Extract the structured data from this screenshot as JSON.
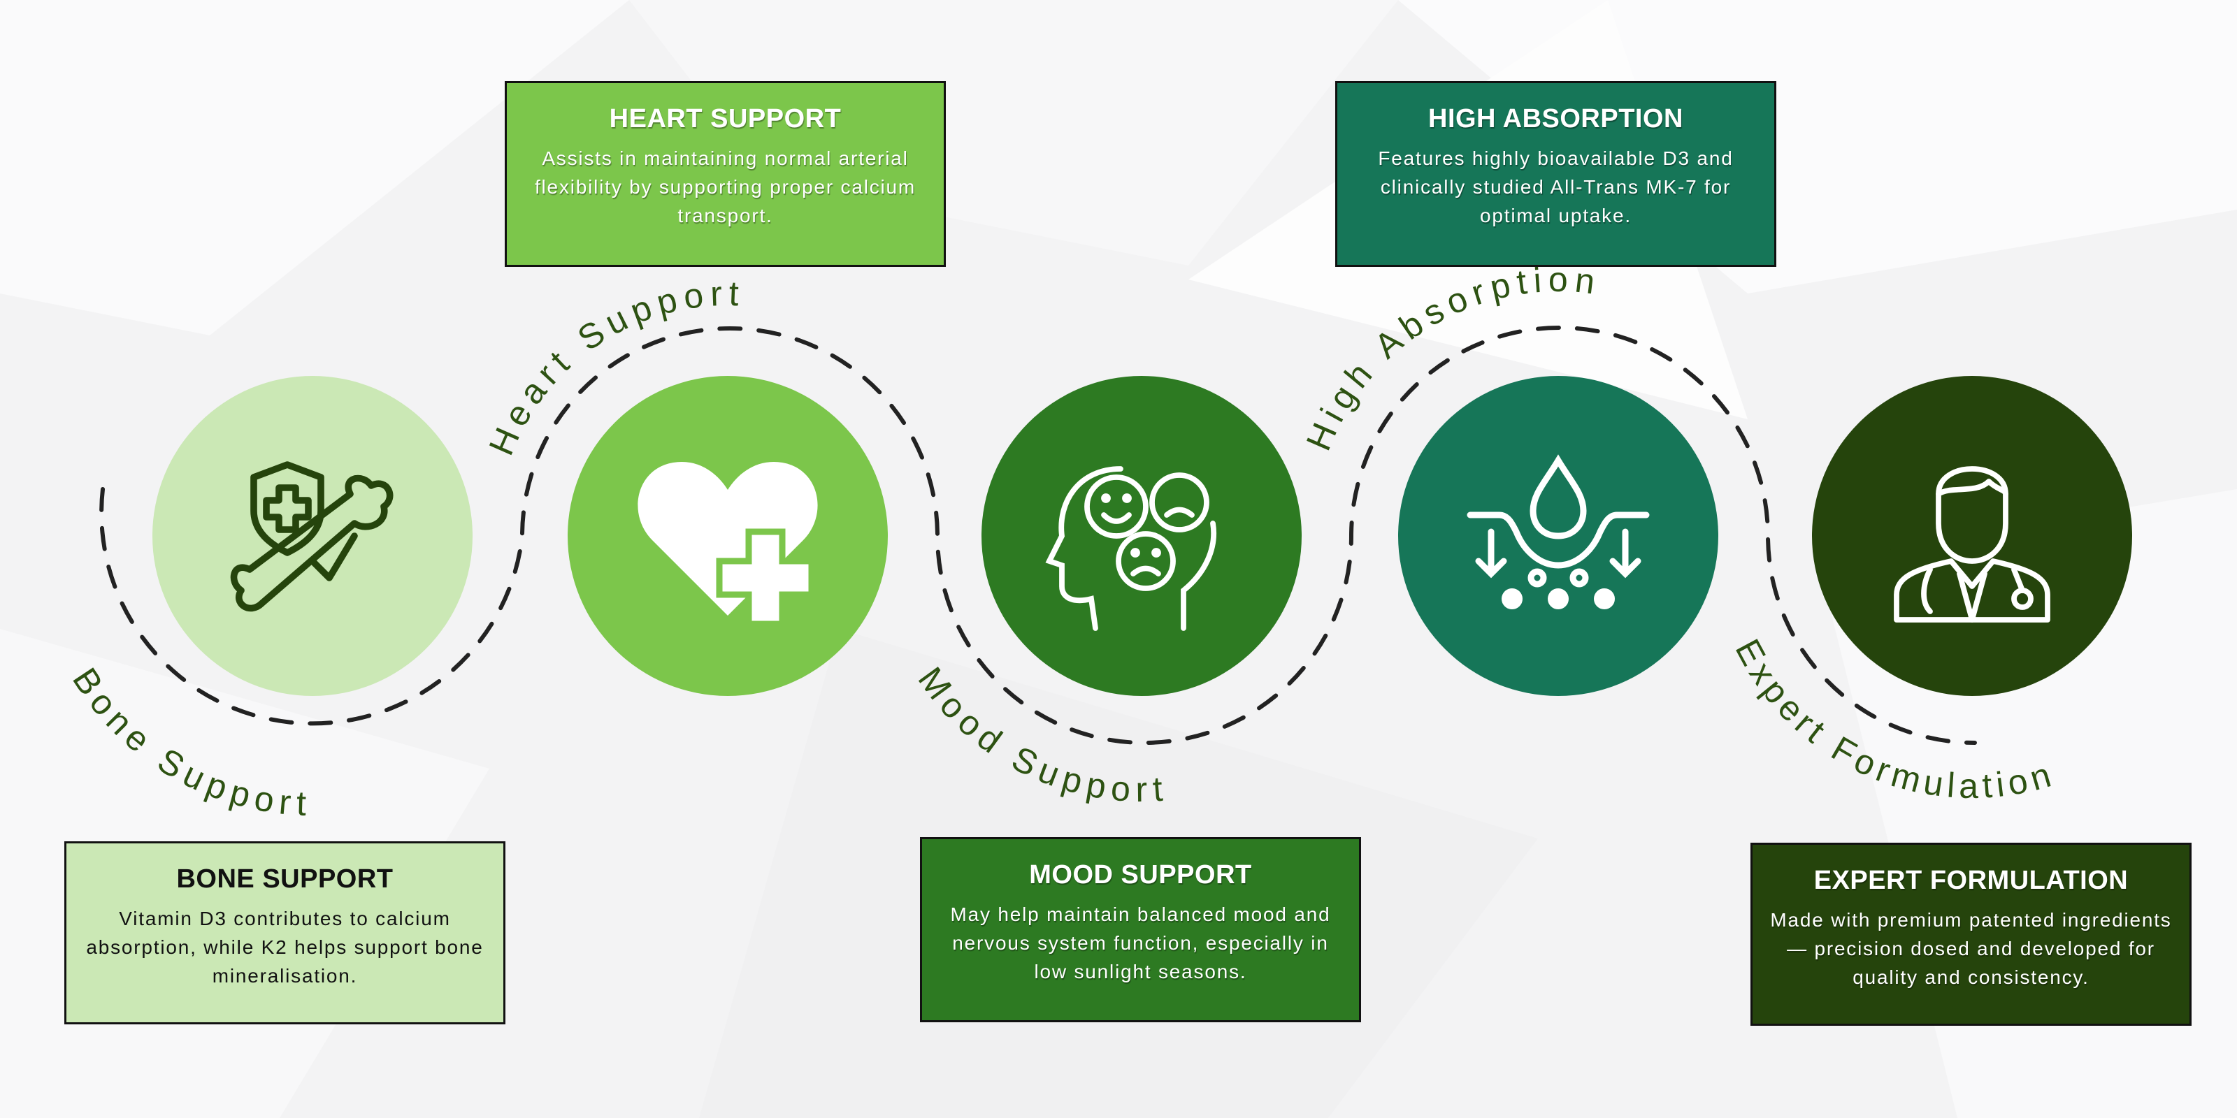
{
  "colors": {
    "bone": "#cbe8b5",
    "heart": "#7cc64b",
    "mood": "#2d7a22",
    "absorption": "#167658",
    "expert": "#25440c",
    "label_text": "#2d5212",
    "dash": "#222222"
  },
  "curved_labels": {
    "bone": "Bone Support",
    "heart": "Heart Support",
    "mood": "Mood Support",
    "absorption": "High Absorption",
    "expert": "Expert Formulation"
  },
  "boxes": {
    "bone": {
      "title": "BONE SUPPORT",
      "body": "Vitamin D3 contributes to calcium absorption, while K2 helps support bone mineralisation."
    },
    "heart": {
      "title": "HEART SUPPORT",
      "body": "Assists in maintaining normal arterial flexibility by supporting proper calcium transport."
    },
    "mood": {
      "title": "MOOD SUPPORT",
      "body": "May help maintain balanced mood and nervous system function, especially in low sunlight seasons."
    },
    "absorption": {
      "title": "HIGH ABSORPTION",
      "body": "Features highly bioavailable D3 and clinically studied All-Trans MK-7 for optimal uptake."
    },
    "expert": {
      "title": "EXPERT FORMULATION",
      "body": "Made with premium patented ingredients — precision dosed and developed for quality and consistency."
    }
  },
  "icons": {
    "bone": "bone-shield-icon",
    "heart": "heart-plus-icon",
    "mood": "head-emotions-icon",
    "absorption": "droplet-absorption-icon",
    "expert": "doctor-icon"
  }
}
